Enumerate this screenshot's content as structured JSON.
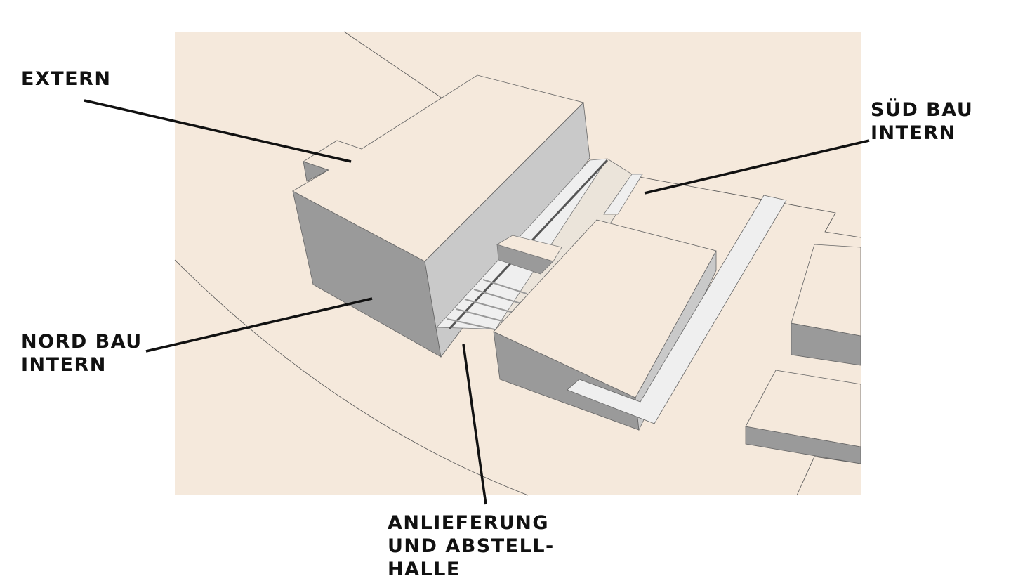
{
  "labels": {
    "extern": "EXTERN",
    "sued_bau": [
      "SÜD BAU",
      "INTERN"
    ],
    "nord_bau": [
      "NORD BAU",
      "INTERN"
    ],
    "anlieferung": [
      "ANLIEFERUNG",
      "UND ABSTELL-",
      "HALLE"
    ]
  },
  "colors": {
    "ground": "#f5e9dc",
    "roof": "#f5e9dc",
    "wall_dark": "#9a9a9a",
    "wall_light": "#c9c9c9",
    "ramp": "#efefef",
    "leader": "#111111"
  }
}
